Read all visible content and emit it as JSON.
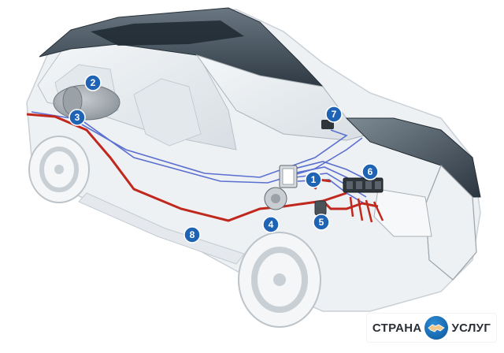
{
  "diagram": {
    "markers": [
      {
        "id": "1",
        "label": "1"
      },
      {
        "id": "2",
        "label": "2"
      },
      {
        "id": "3",
        "label": "3"
      },
      {
        "id": "4",
        "label": "4"
      },
      {
        "id": "5",
        "label": "5"
      },
      {
        "id": "6",
        "label": "6"
      },
      {
        "id": "7",
        "label": "7"
      },
      {
        "id": "8",
        "label": "8"
      }
    ],
    "colors": {
      "body": "#dfe4e8",
      "roof": "#3a4650",
      "fuel_line": "#c0281e",
      "wiring": "#5a6fd0",
      "marker": "#1f64b4"
    }
  },
  "logo": {
    "text_left": "СТРАНА",
    "text_right": "УСЛУГ",
    "icon": "handshake-icon"
  }
}
